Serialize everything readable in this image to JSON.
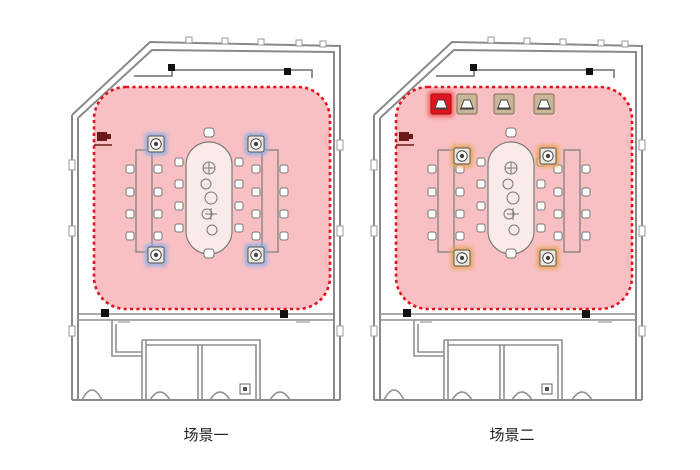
{
  "scenes": [
    {
      "caption": "场景一",
      "ceiling_devices": [
        "ceiling-speaker",
        "ceiling-speaker",
        "ceiling-speaker",
        "ceiling-speaker"
      ],
      "wall_devices": []
    },
    {
      "caption": "场景二",
      "ceiling_devices": [
        "ceiling-speaker",
        "ceiling-speaker",
        "ceiling-speaker",
        "ceiling-speaker"
      ],
      "wall_devices": [
        "line-array-speaker",
        "line-array-speaker",
        "line-array-speaker",
        "line-array-speaker"
      ]
    }
  ],
  "colors": {
    "coverage_fill": "#f7b5b7",
    "coverage_border": "#e0141e",
    "wall": "#8a8a8a",
    "ceiling_speaker_scene1_glow": "#8fb0e8",
    "ceiling_speaker_scene2_glow": "#e7a55a",
    "device_tan": "#c9b79a",
    "device_red": "#e0141e",
    "rack": "#6b1a1a"
  },
  "icons": {
    "ceiling_speaker": "ceiling-speaker-icon",
    "wall_speaker": "line-array-speaker-icon",
    "rack": "equipment-rack-icon"
  }
}
